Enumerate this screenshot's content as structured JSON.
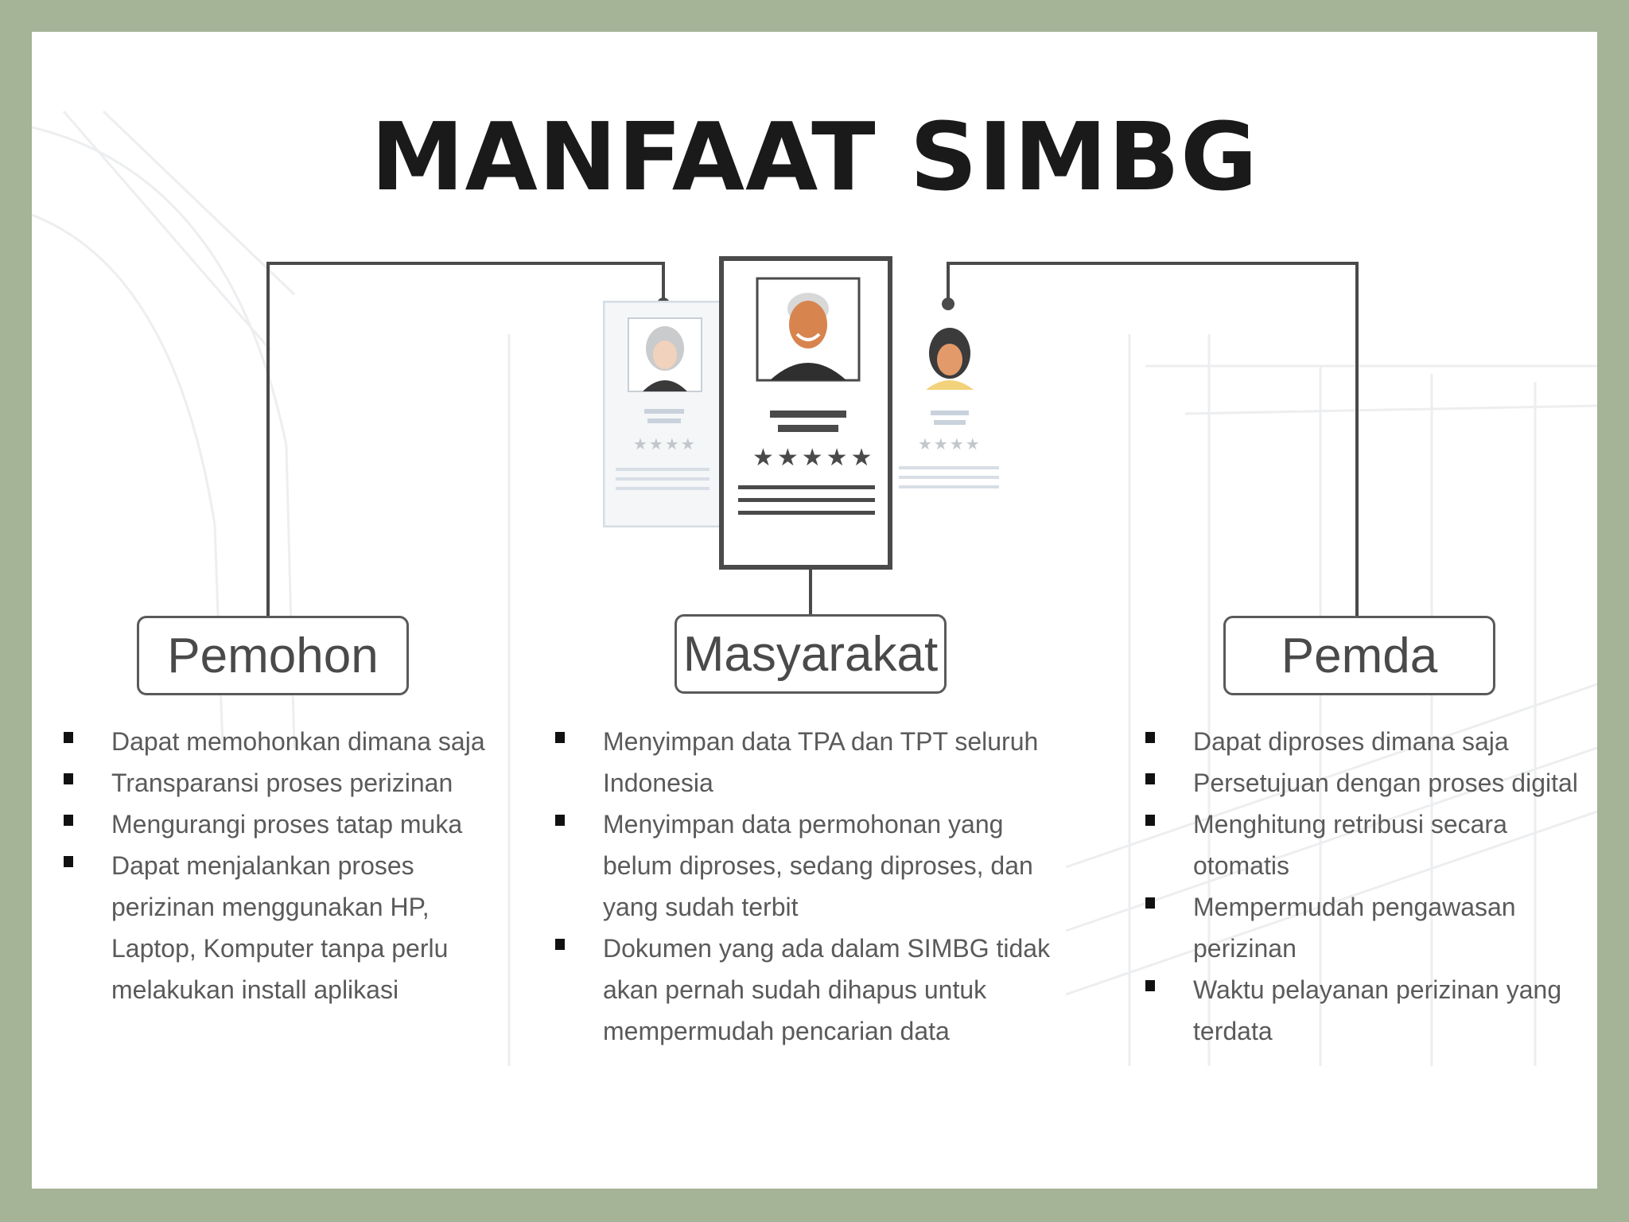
{
  "title": "MANFAAT SIMBG",
  "colors": {
    "frame": "#a5b396",
    "card_border": "#4a4a4a",
    "box_border": "#5a5a5a",
    "text": "#5a5a5a",
    "title": "#1a1a1a"
  },
  "center_card": {
    "rating": "★★★★★"
  },
  "left_card": {
    "rating": "★★★★"
  },
  "right_card": {
    "rating": "★★★★"
  },
  "columns": [
    {
      "label": "Pemohon",
      "items": [
        "Dapat memohonkan dimana saja",
        "Transparansi proses perizinan",
        "Mengurangi proses tatap muka",
        "Dapat menjalankan proses perizinan menggunakan HP, Laptop, Komputer tanpa perlu melakukan install aplikasi"
      ]
    },
    {
      "label": "Masyarakat",
      "items": [
        "Menyimpan data TPA dan TPT seluruh Indonesia",
        "Menyimpan data permohonan yang belum diproses, sedang diproses, dan yang sudah terbit",
        "Dokumen yang ada dalam SIMBG tidak akan pernah sudah dihapus untuk mempermudah pencarian data"
      ]
    },
    {
      "label": "Pemda",
      "items": [
        "Dapat diproses dimana saja",
        "Persetujuan dengan proses digital",
        "Menghitung retribusi secara otomatis",
        "Mempermudah pengawasan perizinan",
        "Waktu pelayanan perizinan yang terdata"
      ]
    }
  ]
}
